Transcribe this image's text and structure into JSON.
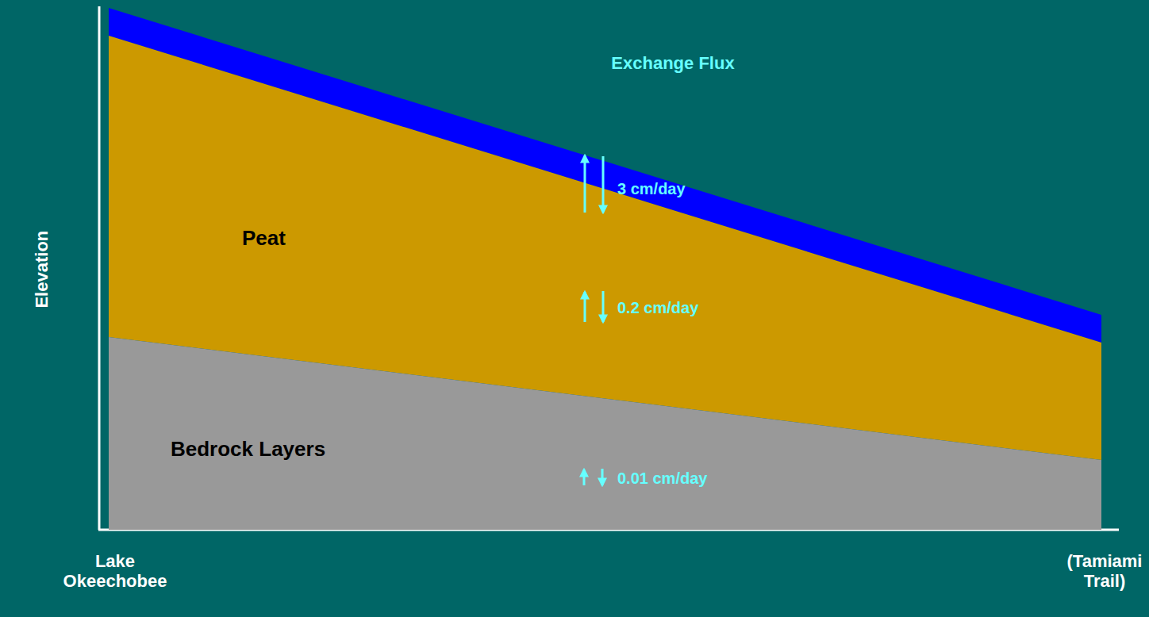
{
  "diagram": {
    "nodes": [
      {
        "text": [
          "Peat"
        ]
      },
      {
        "text": [
          "Bedrock Layers"
        ]
      }
    ],
    "labels": [
      "Exchange Flux",
      "3 cm/day",
      "0.2 cm/day",
      "0.01 cm/day",
      "Elevation",
      "Lake Okeechobee",
      "(Tamiami Trail)"
    ]
  }
}
